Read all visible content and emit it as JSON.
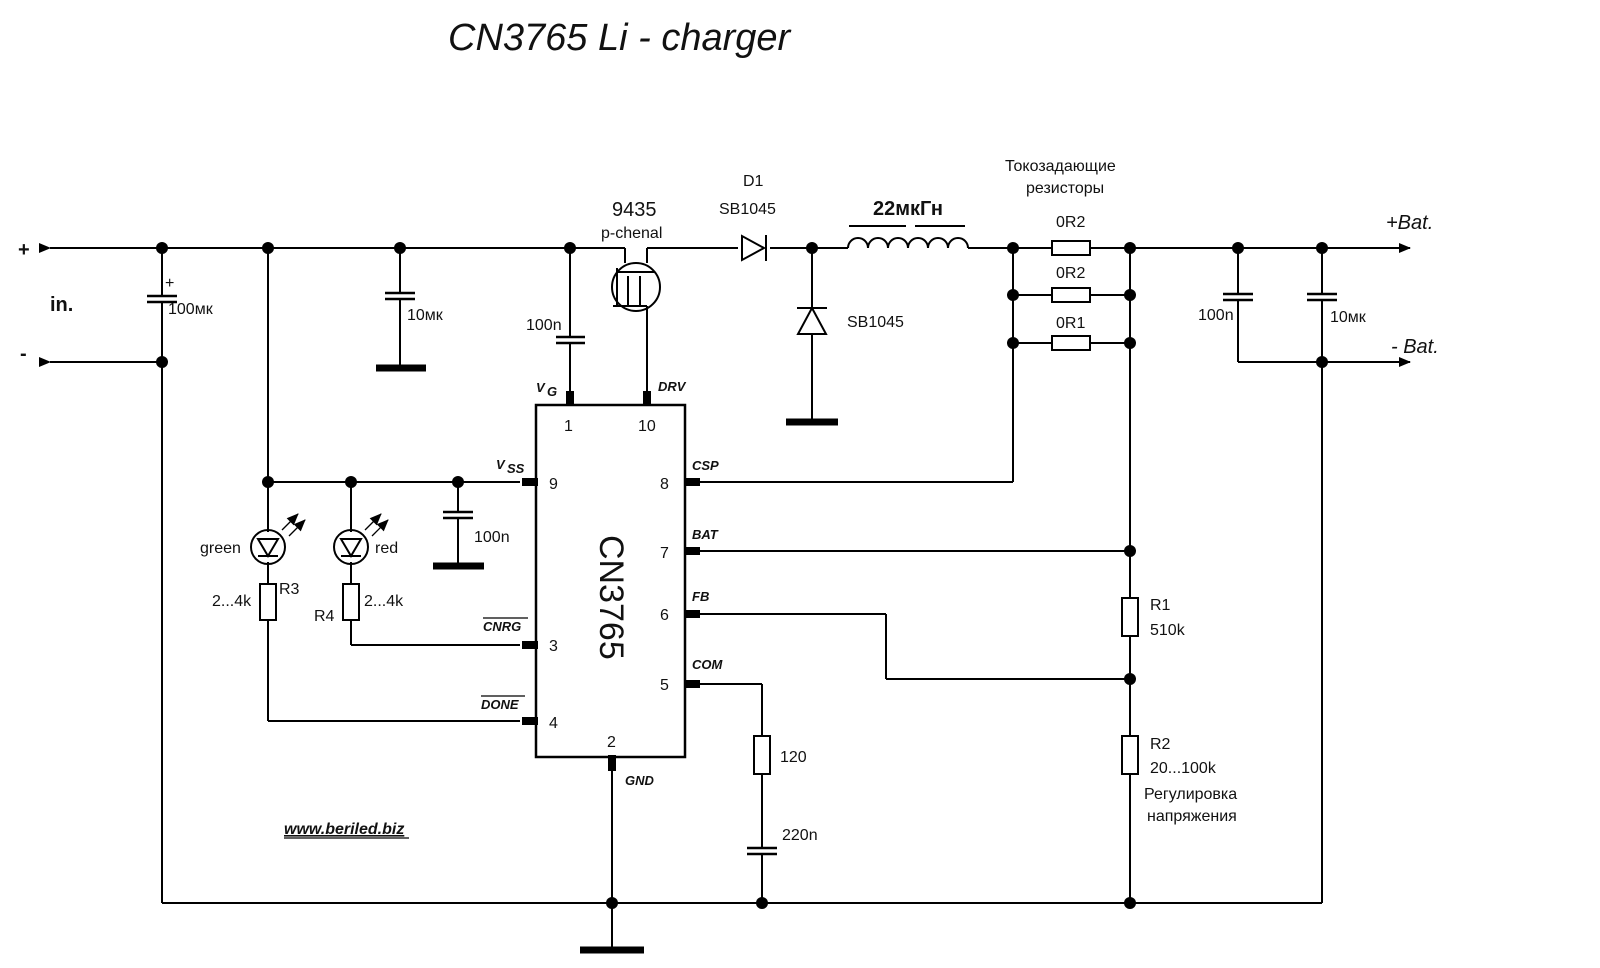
{
  "title": "CN3765  Li - charger",
  "website": "www.beriled.biz",
  "terminals": {
    "in_plus": "+",
    "in_label": "in.",
    "in_minus": "-",
    "bat_plus": "+Bat.",
    "bat_minus": "- Bat."
  },
  "chip": {
    "name": "CN3765",
    "pins": {
      "vg_label": "V",
      "vg_sub": "G",
      "vg_num": "1",
      "drv_label": "DRV",
      "drv_num": "10",
      "vss_label": "V",
      "vss_sub": "SS",
      "vss_num": "9",
      "csp_label": "CSP",
      "csp_num": "8",
      "bat_label": "BAT",
      "bat_num": "7",
      "fb_label": "FB",
      "fb_num": "6",
      "com_label": "COM",
      "com_num": "5",
      "cnrg_label": "CNRG",
      "cnrg_num": "3",
      "done_label": "DONE",
      "done_num": "4",
      "gnd_label": "GND",
      "gnd_num": "2"
    }
  },
  "components": {
    "c_in": {
      "value": "100мк",
      "polarity": "+"
    },
    "c_10u_left": "10мк",
    "c_100n_gate": "100n",
    "mosfet": {
      "part": "9435",
      "type": "p-chenal"
    },
    "d1": {
      "ref": "D1",
      "part": "SB1045"
    },
    "d_free": "SB1045",
    "inductor": "22мкГн",
    "sense_note": {
      "line1": "Токозадающие",
      "line2": "резисторы"
    },
    "r_sense": [
      "0R2",
      "0R2",
      "0R1"
    ],
    "c_out_100n": "100n",
    "c_out_10u": "10мк",
    "c_vss": "100n",
    "led_green": "green",
    "led_red": "red",
    "r3": {
      "ref": "R3",
      "value": "2...4k"
    },
    "r4": {
      "ref": "R4",
      "value": "2...4k"
    },
    "r_com": "120",
    "c_com": "220n",
    "r1": {
      "ref": "R1",
      "value": "510k"
    },
    "r2": {
      "ref": "R2",
      "value": "20...100k"
    },
    "adjust_note": {
      "line1": "Регулировка",
      "line2": "напряжения"
    }
  }
}
